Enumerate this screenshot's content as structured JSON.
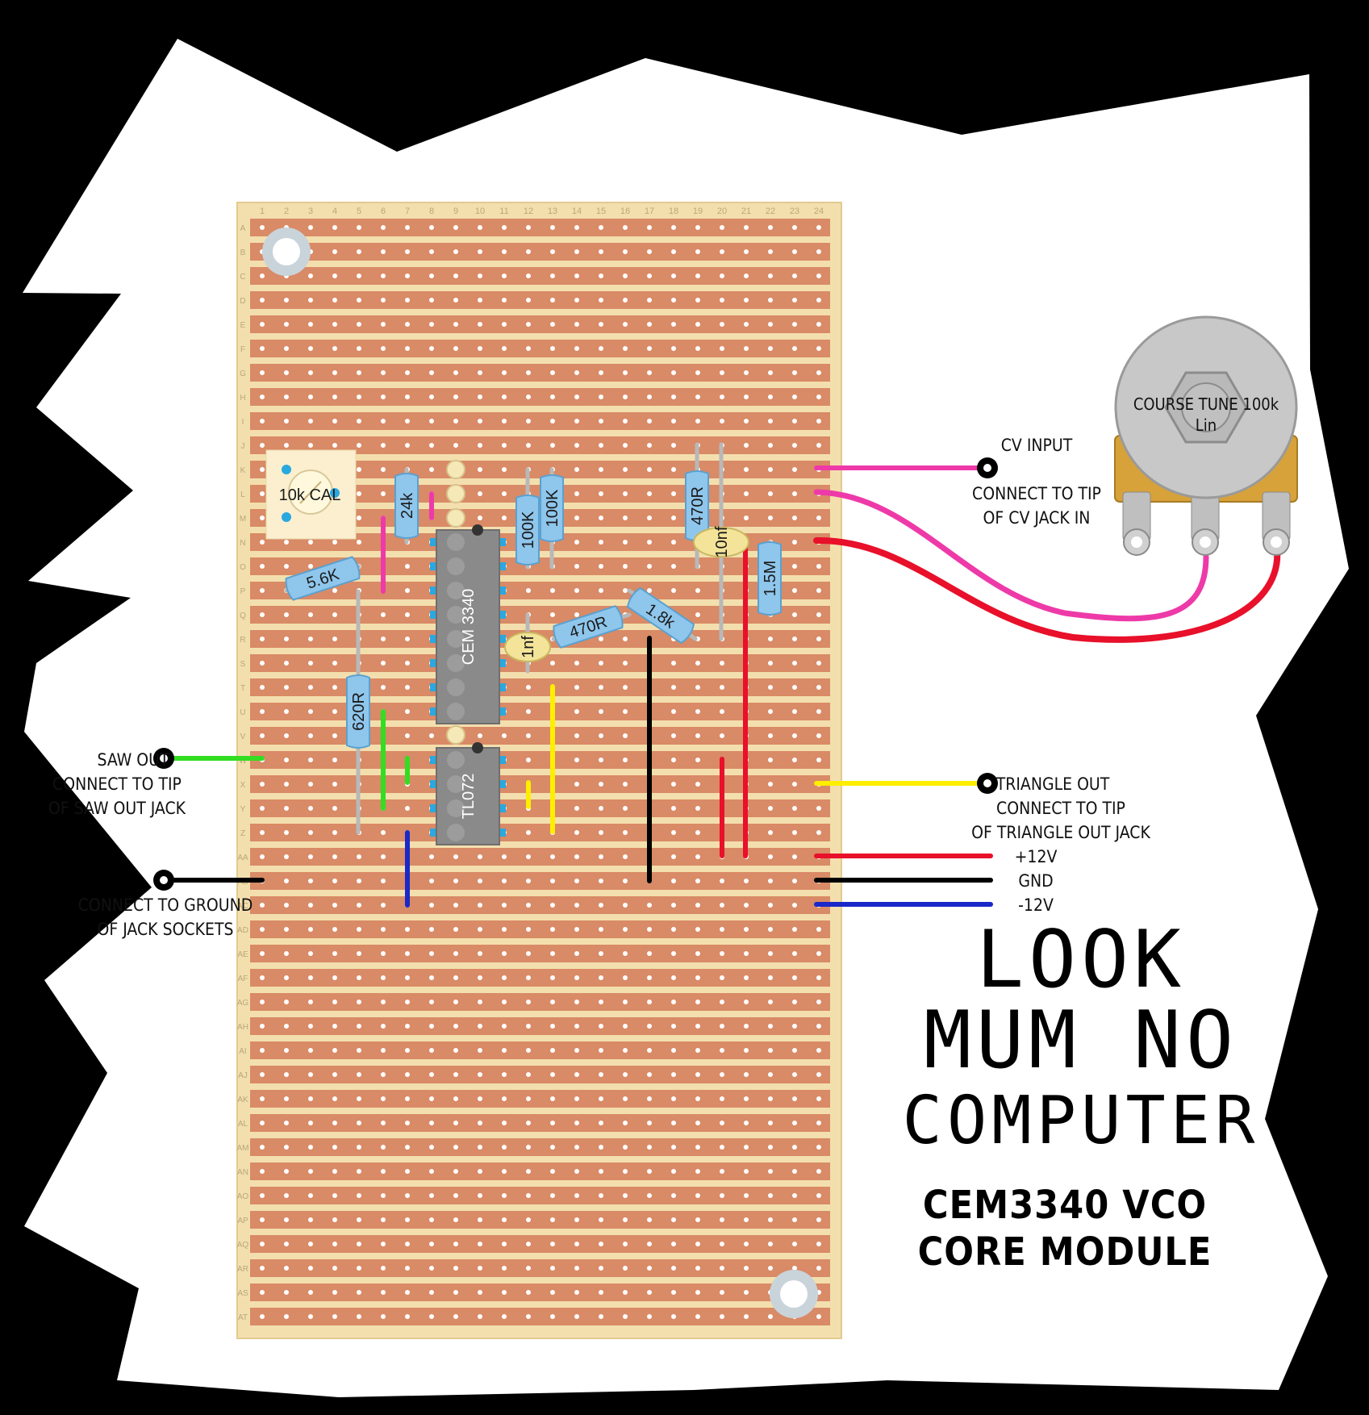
{
  "board": {
    "columns": [
      "1",
      "2",
      "3",
      "4",
      "5",
      "6",
      "7",
      "8",
      "9",
      "10",
      "11",
      "12",
      "13",
      "14",
      "15",
      "16",
      "17",
      "18",
      "19",
      "20",
      "21",
      "22",
      "23",
      "24"
    ],
    "rows": [
      "A",
      "B",
      "C",
      "D",
      "E",
      "F",
      "G",
      "H",
      "I",
      "J",
      "K",
      "L",
      "M",
      "N",
      "O",
      "P",
      "Q",
      "R",
      "S",
      "T",
      "U",
      "V",
      "W",
      "X",
      "Y",
      "Z",
      "AA",
      "AB",
      "AC",
      "AD",
      "AE",
      "AF",
      "AG",
      "AH",
      "AI",
      "AJ",
      "AK",
      "AL",
      "AM",
      "AN",
      "AO",
      "AP",
      "AQ",
      "AR",
      "AS",
      "AT"
    ]
  },
  "components": {
    "trimmer": "10k CAL",
    "r_24k": "24k",
    "r_5_6k": "5.6K",
    "r_100k_a": "100K",
    "r_100k_b": "100K",
    "r_470r_v": "470R",
    "c_10nf": "10nf",
    "r_1_5m": "1.5M",
    "r_1_8k": "1.8k",
    "r_470r_d": "470R",
    "c_1nf": "1nf",
    "r_620r": "620R",
    "ic_main": "CEM 3340",
    "ic_op": "TL072"
  },
  "pot": {
    "line1": "COURSE TUNE 100k",
    "line2": "Lin"
  },
  "labels": {
    "cv_input": "CV INPUT",
    "cv_connect_1": "CONNECT TO TIP",
    "cv_connect_2": "OF CV JACK IN",
    "saw_out": "SAW OUT",
    "saw_connect_1": "CONNECT TO TIP",
    "saw_connect_2": "OF SAW OUT JACK",
    "tri_out": "TRIANGLE OUT",
    "tri_connect_1": "CONNECT TO TIP",
    "tri_connect_2": "OF TRIANGLE OUT JACK",
    "v_pos": "+12V",
    "gnd": "GND",
    "v_neg": "-12V",
    "ground_1": "CONNECT TO GROUND",
    "ground_2": "OF JACK SOCKETS"
  },
  "brand": {
    "line1": "LOOK",
    "line2": "MUM NO",
    "line3": "COMPUTER"
  },
  "module": {
    "line1": "CEM3340 VCO",
    "line2": "CORE MODULE"
  },
  "colors": {
    "background": "#000000",
    "paper": "#ffffff",
    "board": "#f3dfae",
    "strip": "#d98a66",
    "resistor": "#8fc6ec",
    "capacitor": "#f3e49a",
    "ic": "#8a8a8a",
    "wire_pink": "#ee3aa8",
    "wire_red": "#e8102a",
    "wire_green": "#33dd22",
    "wire_yellow": "#ffee00",
    "wire_black": "#000000",
    "wire_blue": "#1a28c8"
  }
}
